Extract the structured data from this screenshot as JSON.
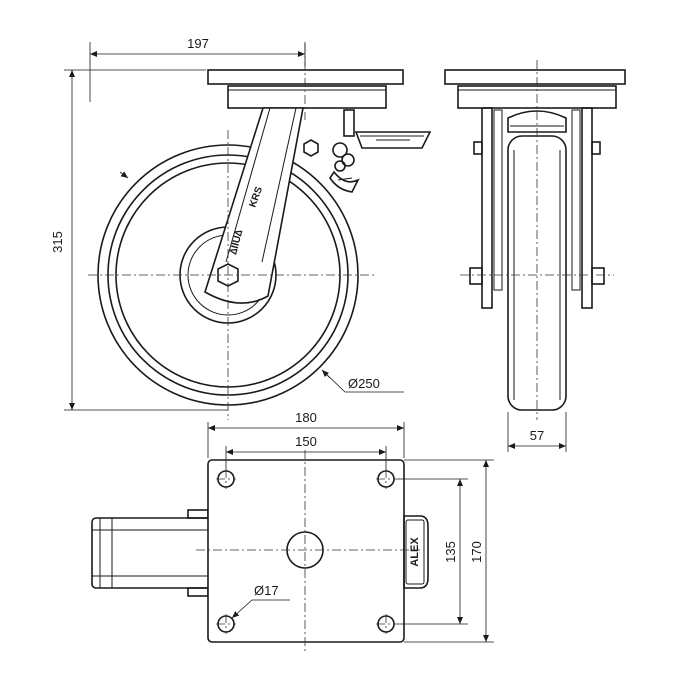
{
  "dimensions": {
    "top_plate_width": "197",
    "overall_height": "315",
    "wheel_diameter": "Ø250",
    "wheel_width": "57",
    "plate_length": "180",
    "hole_spacing_long": "150",
    "hole_spacing_short": "135",
    "plate_width": "170",
    "bolt_hole_diameter": "Ø17"
  },
  "markings": {
    "brand": "ALEX"
  }
}
